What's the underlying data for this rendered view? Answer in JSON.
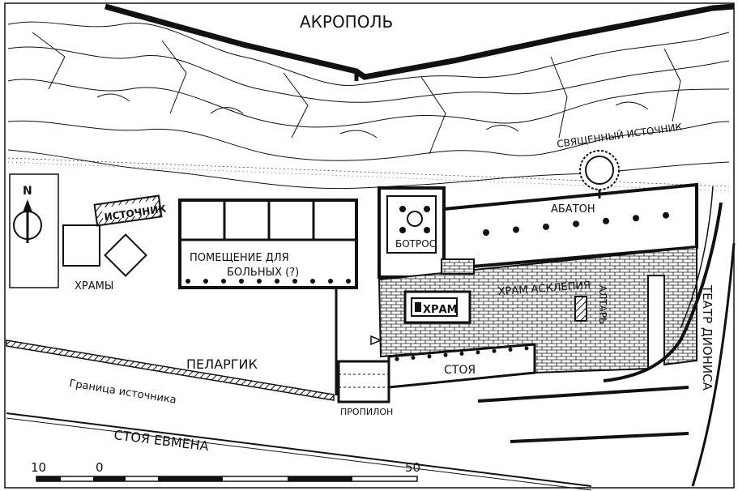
{
  "labels": {
    "acropolis": "АКРОПОЛЬ",
    "sacred_spring": "СВЯЩЕННЫЙ ИСТОЧНИК",
    "abaton": "АБАТОН",
    "bothros": "БОТРОС",
    "spring": "ИСТОЧНИК",
    "temples": "ХРАМЫ",
    "sick_room_line1": "ПОМЕЩЕНИЕ ДЛЯ",
    "sick_room_line2": "БОЛЬНЫХ (?)",
    "temple_asclepius": "ХРАМ АСКЛЕПИЯ",
    "temple": "ХРАМ",
    "altar": "АЛТАРЬ",
    "theatre": "ТЕАТР ДИОНИСА",
    "pelargikon": "ПЕЛАРГИК",
    "spring_boundary": "Граница источника",
    "stoa": "СТОЯ",
    "propylon": "ПРОПИЛОН",
    "stoa_eumenes": "СТОЯ ЕВМЕНА",
    "north": "N"
  },
  "scale_bar": {
    "left": "10",
    "zero": "0",
    "right": "50"
  },
  "colors": {
    "ink": "#111111",
    "paper": "#ffffff"
  }
}
